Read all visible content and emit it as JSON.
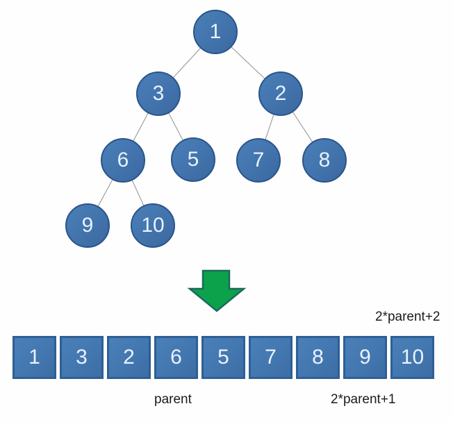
{
  "diagram": {
    "description_labels": {
      "child_right_formula": "2*parent+2",
      "parent_label": "parent",
      "child_left_formula": "2*parent+1"
    }
  },
  "tree": {
    "nodes": [
      {
        "value": "1"
      },
      {
        "value": "3"
      },
      {
        "value": "2"
      },
      {
        "value": "6"
      },
      {
        "value": "5"
      },
      {
        "value": "7"
      },
      {
        "value": "8"
      },
      {
        "value": "9"
      },
      {
        "value": "10"
      }
    ],
    "edges": [
      [
        "1",
        "3"
      ],
      [
        "1",
        "2"
      ],
      [
        "3",
        "6"
      ],
      [
        "3",
        "5"
      ],
      [
        "2",
        "7"
      ],
      [
        "2",
        "8"
      ],
      [
        "6",
        "9"
      ],
      [
        "6",
        "10"
      ]
    ]
  },
  "array": {
    "values": [
      "1",
      "3",
      "2",
      "6",
      "5",
      "7",
      "8",
      "9",
      "10"
    ]
  },
  "icons": {
    "down_arrow": "down-arrow"
  },
  "colors": {
    "node_fill": "#4273ac",
    "node_border": "#2a548b",
    "node_text": "#e8f2fa",
    "cell_fill": "#4377b0",
    "cell_border": "#2e5f95",
    "edge_line": "#8f8f8f",
    "arrow_fill": "#0ca14b",
    "arrow_border": "#1d6a5e",
    "label_text": "#1b1b1b",
    "background": "#fefefe"
  }
}
